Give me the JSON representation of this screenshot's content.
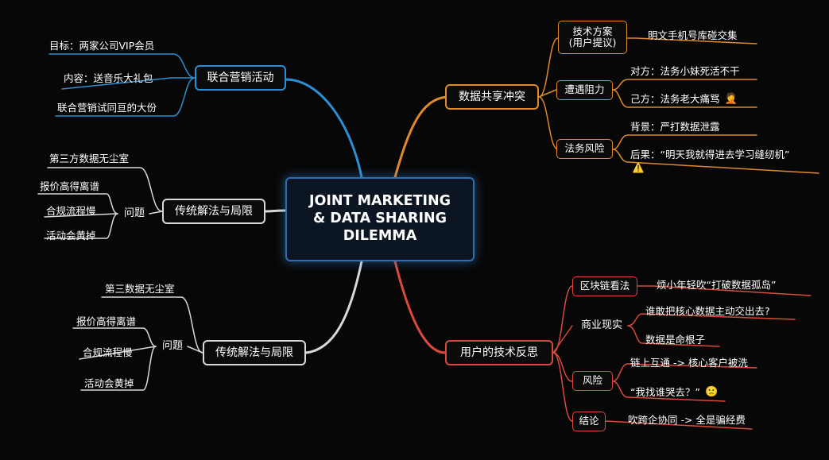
{
  "center": {
    "line1": "JOINT MARKETING",
    "line2": "& DATA SHARING",
    "line3": "DILEMMA"
  },
  "colors": {
    "blue": "#2c8fd4",
    "white": "#d9d9d9",
    "orange": "#e08a2a",
    "red": "#d94a3c",
    "background": "#070707"
  },
  "left_top": {
    "title": "联合营销活动",
    "leaves": [
      "目标：两家公司VIP会员",
      "内容：送音乐大礼包",
      "联合营销试同亘的大份"
    ]
  },
  "left_mid": {
    "title": "传统解法与局限",
    "leaf_top": "第三方数据无尘室",
    "issue": "问题",
    "issues": [
      "报价高得离谱",
      "合规流程慢",
      "活动会黄掉"
    ]
  },
  "left_bottom": {
    "title": "传统解法与局限",
    "leaf_top": "第三数据无尘室",
    "issue": "问题",
    "issues": [
      "报价高得离谱",
      "合规流程慢",
      "活动会黄掉"
    ]
  },
  "right_top": {
    "title": "数据共享冲突",
    "tech": {
      "label_line1": "技术方案",
      "label_line2": "(用户提议)",
      "leaf": "明文手机号库碰交集"
    },
    "resistance": {
      "label": "遭遇阻力",
      "leaves": [
        "对方：法务小妹死活不干",
        "己方：法务老大痛骂"
      ],
      "emoji": "🤦"
    },
    "legal": {
      "label": "法务风险",
      "leaves": [
        "背景：严打数据泄露",
        "后果：“明天我就得进去学习缝纫机”"
      ],
      "warning": "⚠️"
    }
  },
  "right_bottom": {
    "title": "用户的技术反思",
    "blockchain": {
      "label": "区块链看法",
      "leaf": "烦小年轻吹“打破数据孤岛”"
    },
    "business": {
      "label": "商业现实",
      "leaves": [
        "谁敢把核心数据主动交出去?",
        "数据是命根子"
      ]
    },
    "risk": {
      "label": "风险",
      "leaves": [
        "链上互通 -> 核心客户被洗",
        "“我找谁哭去？”"
      ],
      "emoji": "🙁"
    },
    "conclusion": {
      "label": "结论",
      "leaf": "吹跨企协同 -> 全是骗经费"
    }
  }
}
